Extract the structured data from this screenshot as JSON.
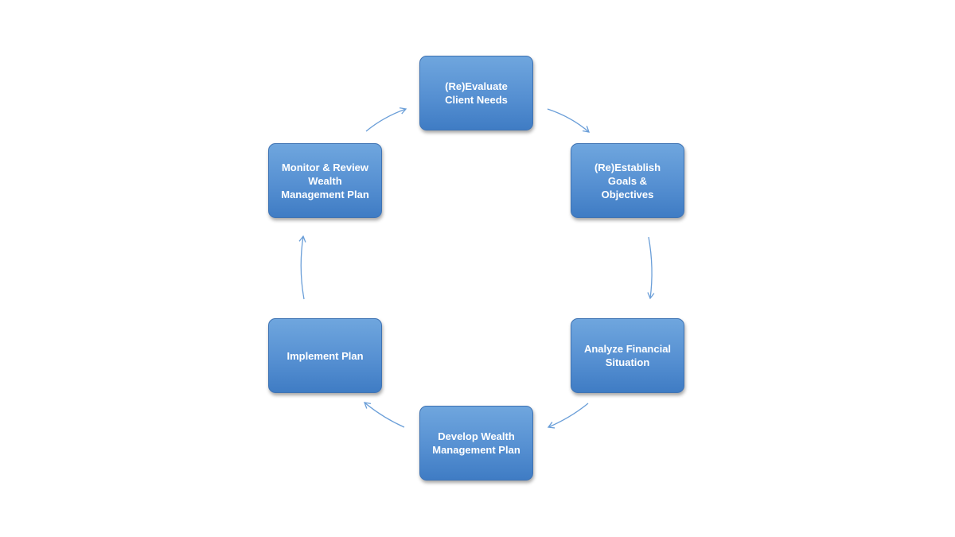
{
  "diagram": {
    "type": "cycle",
    "nodes": [
      {
        "id": "n1",
        "label": "(Re)Evaluate\nClient Needs"
      },
      {
        "id": "n2",
        "label": "(Re)Establish\nGoals &\nObjectives"
      },
      {
        "id": "n3",
        "label": "Analyze Financial\nSituation"
      },
      {
        "id": "n4",
        "label": "Develop Wealth\nManagement Plan"
      },
      {
        "id": "n5",
        "label": "Implement Plan"
      },
      {
        "id": "n6",
        "label": "Monitor & Review\nWealth\nManagement Plan"
      }
    ],
    "edges": [
      {
        "from": "n1",
        "to": "n2"
      },
      {
        "from": "n2",
        "to": "n3"
      },
      {
        "from": "n3",
        "to": "n4"
      },
      {
        "from": "n4",
        "to": "n5"
      },
      {
        "from": "n5",
        "to": "n6"
      },
      {
        "from": "n6",
        "to": "n1"
      }
    ],
    "colors": {
      "node_fill": "#5690d2",
      "node_border": "#3f73b3",
      "node_text": "#ffffff",
      "arrow": "#6a9ed8"
    }
  }
}
